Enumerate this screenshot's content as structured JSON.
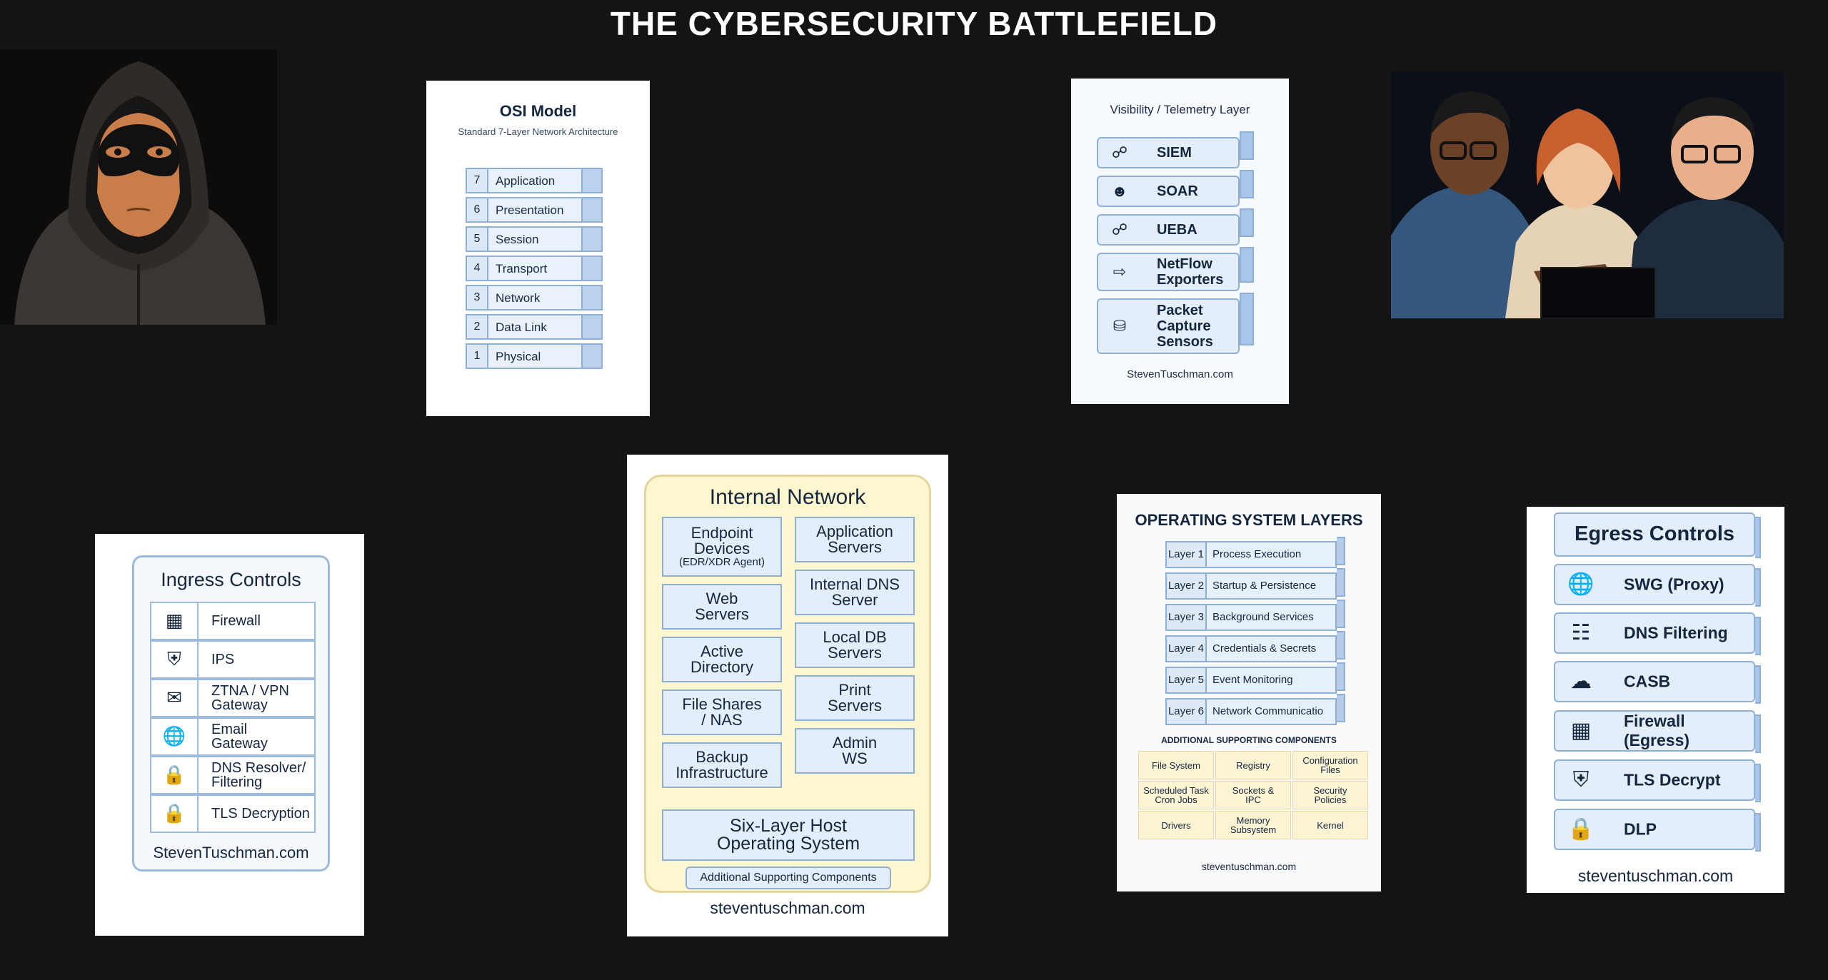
{
  "title": "THE CYBERSECURITY BATTLEFIELD",
  "osi": {
    "title": "OSI Model",
    "subtitle": "Standard 7-Layer Network Architecture",
    "layers": [
      {
        "num": "7",
        "name": "Application"
      },
      {
        "num": "6",
        "name": "Presentation"
      },
      {
        "num": "5",
        "name": "Session"
      },
      {
        "num": "4",
        "name": "Transport"
      },
      {
        "num": "3",
        "name": "Network"
      },
      {
        "num": "2",
        "name": "Data Link"
      },
      {
        "num": "1",
        "name": "Physical"
      }
    ]
  },
  "visibility": {
    "title": "Visibility / Telemetry Layer",
    "items": [
      {
        "icon": "share-nodes-icon",
        "label": "SIEM"
      },
      {
        "icon": "user-icon",
        "label": "SOAR"
      },
      {
        "icon": "share-nodes-icon",
        "label": "UEBA"
      },
      {
        "icon": "arrow-box-icon",
        "label_l1": "NetFlow",
        "label_l2": "Exporters"
      },
      {
        "icon": "database-icon",
        "label_l1": "Packet",
        "label_l2": "Capture",
        "label_l3": "Sensors"
      }
    ],
    "footer": "StevenTuschman.com"
  },
  "ingress": {
    "title": "Ingress Controls",
    "items": [
      {
        "icon": "firewall-icon",
        "l1": "Firewall",
        "l2": ""
      },
      {
        "icon": "shield-icon",
        "l1": "IPS",
        "l2": ""
      },
      {
        "icon": "envelope-icon",
        "l1": "ZTNA / VPN",
        "l2": "Gateway"
      },
      {
        "icon": "globe-icon",
        "l1": "Email",
        "l2": "Gateway"
      },
      {
        "icon": "lock-icon",
        "l1": "DNS Resolver/",
        "l2": "Filtering"
      },
      {
        "icon": "lock-icon",
        "l1": "TLS Decryption",
        "l2": ""
      }
    ],
    "footer": "StevenTuschman.com"
  },
  "internal": {
    "title": "Internal Network",
    "left": [
      {
        "l1": "Endpoint",
        "l2": "Devices",
        "sub": "(EDR/XDR Agent)"
      },
      {
        "l1": "Web",
        "l2": "Servers",
        "sub": ""
      },
      {
        "l1": "Active",
        "l2": "Directory",
        "sub": ""
      },
      {
        "l1": "File Shares",
        "l2": "/ NAS",
        "sub": ""
      },
      {
        "l1": "Backup",
        "l2": "Infrastructure",
        "sub": ""
      }
    ],
    "right": [
      {
        "l1": "Application",
        "l2": "Servers"
      },
      {
        "l1": "Internal DNS",
        "l2": "Server"
      },
      {
        "l1": "Local DB",
        "l2": "Servers"
      },
      {
        "l1": "Print",
        "l2": "Servers"
      },
      {
        "l1": "Admin",
        "l2": "WS"
      }
    ],
    "host_l1": "Six-Layer Host",
    "host_l2": "Operating System",
    "additional": "Additional Supporting Components",
    "footer": "steventuschman.com"
  },
  "os": {
    "title": "OPERATING SYSTEM LAYERS",
    "layers": [
      {
        "layer": "Layer 1",
        "name": "Process Execution"
      },
      {
        "layer": "Layer 2",
        "name": "Startup & Persistence"
      },
      {
        "layer": "Layer 3",
        "name": "Background Services"
      },
      {
        "layer": "Layer 4",
        "name": "Credentials & Secrets"
      },
      {
        "layer": "Layer 5",
        "name": "Event Monitoring"
      },
      {
        "layer": "Layer 6",
        "name": "Network Communicatio"
      }
    ],
    "supporting_title": "ADDITIONAL SUPPORTING COMPONENTS",
    "components": [
      {
        "l1": "File System",
        "l2": ""
      },
      {
        "l1": "Registry",
        "l2": ""
      },
      {
        "l1": "Configuration",
        "l2": "Files"
      },
      {
        "l1": "Scheduled Task",
        "l2": "Cron Jobs"
      },
      {
        "l1": "Sockets &",
        "l2": "IPC"
      },
      {
        "l1": "Security",
        "l2": "Policies"
      },
      {
        "l1": "Drivers",
        "l2": ""
      },
      {
        "l1": "Memory",
        "l2": "Subsystem"
      },
      {
        "l1": "Kernel",
        "l2": ""
      }
    ],
    "footer": "steventuschman.com"
  },
  "egress": {
    "title": "Egress Controls",
    "items": [
      {
        "icon": "globe-icon",
        "label": "SWG (Proxy)"
      },
      {
        "icon": "network-icon",
        "label": "DNS Filtering"
      },
      {
        "icon": "cloud-icon",
        "label": "CASB"
      },
      {
        "icon": "firewall-icon",
        "label": "Firewall (Egress)"
      },
      {
        "icon": "shield-check-icon",
        "label": "TLS Decrypt"
      },
      {
        "icon": "lock-icon",
        "label": "DLP"
      }
    ],
    "footer": "steventuschman.com"
  },
  "colors": {
    "background": "#141414",
    "panel_blue": "#e3eefa",
    "panel_border": "#8fb0d6",
    "internal_bg": "#fdf6cf",
    "text_navy": "#15263f"
  }
}
